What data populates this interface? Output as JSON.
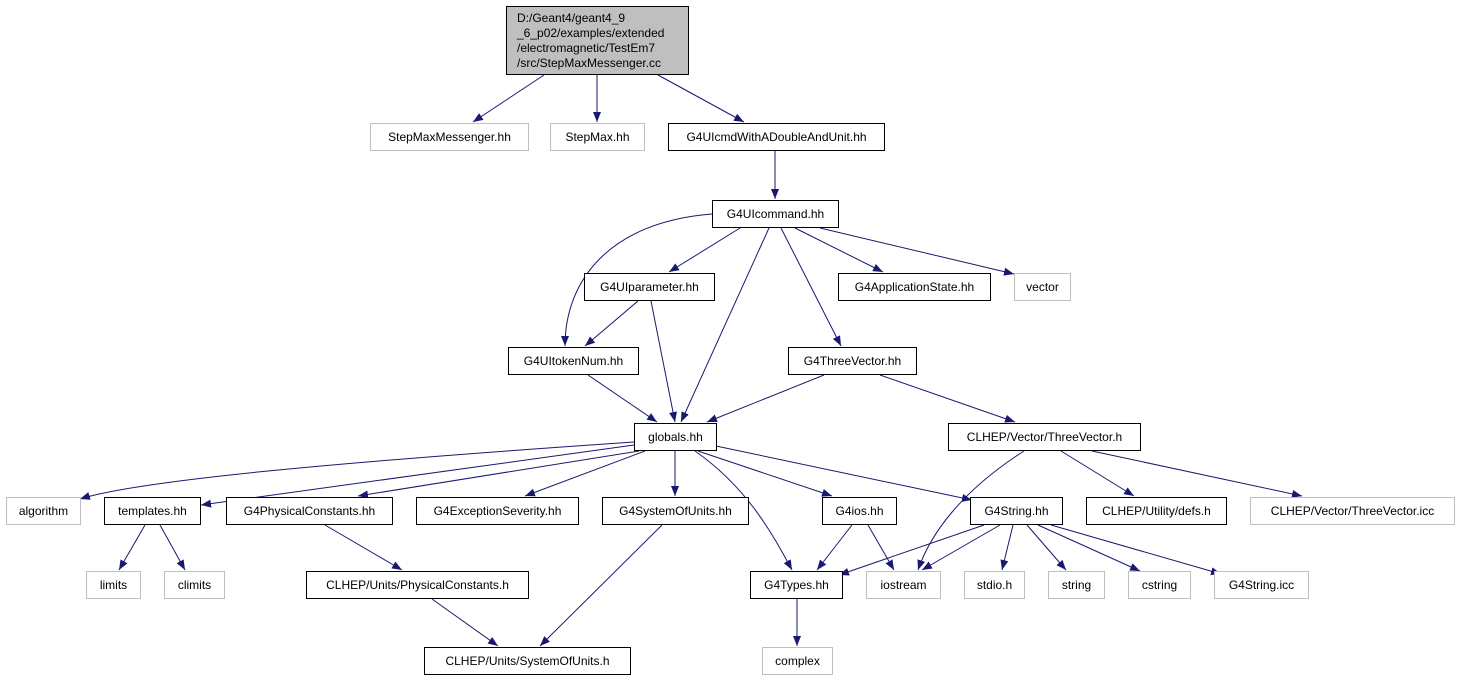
{
  "colors": {
    "edge": "#191970",
    "border_default": "#000000",
    "border_external": "#bfbfbf",
    "root_fill": "#bfbfbf",
    "fill": "#ffffff"
  },
  "nodes": [
    {
      "id": "root",
      "lines": [
        "D:/Geant4/geant4_9",
        "_6_p02/examples/extended",
        "/electromagnetic/TestEm7",
        "/src/StepMaxMessenger.cc"
      ],
      "kind": "root"
    },
    {
      "id": "stepmaxmessenger_hh",
      "lines": [
        "StepMaxMessenger.hh"
      ],
      "kind": "external"
    },
    {
      "id": "stepmax_hh",
      "lines": [
        "StepMax.hh"
      ],
      "kind": "external"
    },
    {
      "id": "g4uicmdwithadoubleandunit_hh",
      "lines": [
        "G4UIcmdWithADoubleAndUnit.hh"
      ],
      "kind": "normal"
    },
    {
      "id": "g4uicommand_hh",
      "lines": [
        "G4UIcommand.hh"
      ],
      "kind": "normal"
    },
    {
      "id": "g4uiparameter_hh",
      "lines": [
        "G4UIparameter.hh"
      ],
      "kind": "normal"
    },
    {
      "id": "g4applicationstate_hh",
      "lines": [
        "G4ApplicationState.hh"
      ],
      "kind": "normal"
    },
    {
      "id": "vector",
      "lines": [
        "vector"
      ],
      "kind": "external"
    },
    {
      "id": "g4uitokennum_hh",
      "lines": [
        "G4UItokenNum.hh"
      ],
      "kind": "normal"
    },
    {
      "id": "g4threevector_hh",
      "lines": [
        "G4ThreeVector.hh"
      ],
      "kind": "normal"
    },
    {
      "id": "globals_hh",
      "lines": [
        "globals.hh"
      ],
      "kind": "normal"
    },
    {
      "id": "clhep_threevector_h",
      "lines": [
        "CLHEP/Vector/ThreeVector.h"
      ],
      "kind": "normal"
    },
    {
      "id": "algorithm",
      "lines": [
        "algorithm"
      ],
      "kind": "external"
    },
    {
      "id": "templates_hh",
      "lines": [
        "templates.hh"
      ],
      "kind": "normal"
    },
    {
      "id": "g4physicalconstants_hh",
      "lines": [
        "G4PhysicalConstants.hh"
      ],
      "kind": "normal"
    },
    {
      "id": "g4exceptionseverity_hh",
      "lines": [
        "G4ExceptionSeverity.hh"
      ],
      "kind": "normal"
    },
    {
      "id": "g4systemofunits_hh",
      "lines": [
        "G4SystemOfUnits.hh"
      ],
      "kind": "normal"
    },
    {
      "id": "g4ios_hh",
      "lines": [
        "G4ios.hh"
      ],
      "kind": "normal"
    },
    {
      "id": "g4string_hh",
      "lines": [
        "G4String.hh"
      ],
      "kind": "normal"
    },
    {
      "id": "clhep_defs_h",
      "lines": [
        "CLHEP/Utility/defs.h"
      ],
      "kind": "normal"
    },
    {
      "id": "clhep_threevector_icc",
      "lines": [
        "CLHEP/Vector/ThreeVector.icc"
      ],
      "kind": "external"
    },
    {
      "id": "limits",
      "lines": [
        "limits"
      ],
      "kind": "external"
    },
    {
      "id": "climits",
      "lines": [
        "climits"
      ],
      "kind": "external"
    },
    {
      "id": "clhep_physicalconstants_h",
      "lines": [
        "CLHEP/Units/PhysicalConstants.h"
      ],
      "kind": "normal"
    },
    {
      "id": "g4types_hh",
      "lines": [
        "G4Types.hh"
      ],
      "kind": "normal"
    },
    {
      "id": "iostream",
      "lines": [
        "iostream"
      ],
      "kind": "external"
    },
    {
      "id": "stdio_h",
      "lines": [
        "stdio.h"
      ],
      "kind": "external"
    },
    {
      "id": "string",
      "lines": [
        "string"
      ],
      "kind": "external"
    },
    {
      "id": "cstring",
      "lines": [
        "cstring"
      ],
      "kind": "external"
    },
    {
      "id": "g4string_icc",
      "lines": [
        "G4String.icc"
      ],
      "kind": "external"
    },
    {
      "id": "clhep_systemofunits_h",
      "lines": [
        "CLHEP/Units/SystemOfUnits.h"
      ],
      "kind": "normal"
    },
    {
      "id": "complex",
      "lines": [
        "complex"
      ],
      "kind": "external"
    }
  ],
  "edges": [
    {
      "from": "root",
      "to": "stepmaxmessenger_hh"
    },
    {
      "from": "root",
      "to": "stepmax_hh"
    },
    {
      "from": "root",
      "to": "g4uicmdwithadoubleandunit_hh"
    },
    {
      "from": "g4uicmdwithadoubleandunit_hh",
      "to": "g4uicommand_hh"
    },
    {
      "from": "g4uicommand_hh",
      "to": "g4uiparameter_hh"
    },
    {
      "from": "g4uicommand_hh",
      "to": "g4applicationstate_hh"
    },
    {
      "from": "g4uicommand_hh",
      "to": "vector"
    },
    {
      "from": "g4uicommand_hh",
      "to": "g4uitokennum_hh"
    },
    {
      "from": "g4uicommand_hh",
      "to": "g4threevector_hh"
    },
    {
      "from": "g4uicommand_hh",
      "to": "globals_hh"
    },
    {
      "from": "g4uiparameter_hh",
      "to": "g4uitokennum_hh"
    },
    {
      "from": "g4uiparameter_hh",
      "to": "globals_hh"
    },
    {
      "from": "g4uitokennum_hh",
      "to": "globals_hh"
    },
    {
      "from": "g4threevector_hh",
      "to": "globals_hh"
    },
    {
      "from": "g4threevector_hh",
      "to": "clhep_threevector_h"
    },
    {
      "from": "globals_hh",
      "to": "algorithm"
    },
    {
      "from": "globals_hh",
      "to": "templates_hh"
    },
    {
      "from": "globals_hh",
      "to": "g4physicalconstants_hh"
    },
    {
      "from": "globals_hh",
      "to": "g4exceptionseverity_hh"
    },
    {
      "from": "globals_hh",
      "to": "g4systemofunits_hh"
    },
    {
      "from": "globals_hh",
      "to": "g4ios_hh"
    },
    {
      "from": "globals_hh",
      "to": "g4string_hh"
    },
    {
      "from": "globals_hh",
      "to": "g4types_hh"
    },
    {
      "from": "clhep_threevector_h",
      "to": "iostream"
    },
    {
      "from": "clhep_threevector_h",
      "to": "clhep_defs_h"
    },
    {
      "from": "clhep_threevector_h",
      "to": "clhep_threevector_icc"
    },
    {
      "from": "templates_hh",
      "to": "limits"
    },
    {
      "from": "templates_hh",
      "to": "climits"
    },
    {
      "from": "g4physicalconstants_hh",
      "to": "clhep_physicalconstants_h"
    },
    {
      "from": "g4systemofunits_hh",
      "to": "clhep_systemofunits_h"
    },
    {
      "from": "clhep_physicalconstants_h",
      "to": "clhep_systemofunits_h"
    },
    {
      "from": "g4ios_hh",
      "to": "g4types_hh"
    },
    {
      "from": "g4ios_hh",
      "to": "iostream"
    },
    {
      "from": "g4string_hh",
      "to": "g4types_hh"
    },
    {
      "from": "g4string_hh",
      "to": "iostream"
    },
    {
      "from": "g4string_hh",
      "to": "stdio_h"
    },
    {
      "from": "g4string_hh",
      "to": "string"
    },
    {
      "from": "g4string_hh",
      "to": "cstring"
    },
    {
      "from": "g4string_hh",
      "to": "g4string_icc"
    },
    {
      "from": "g4types_hh",
      "to": "complex"
    }
  ]
}
